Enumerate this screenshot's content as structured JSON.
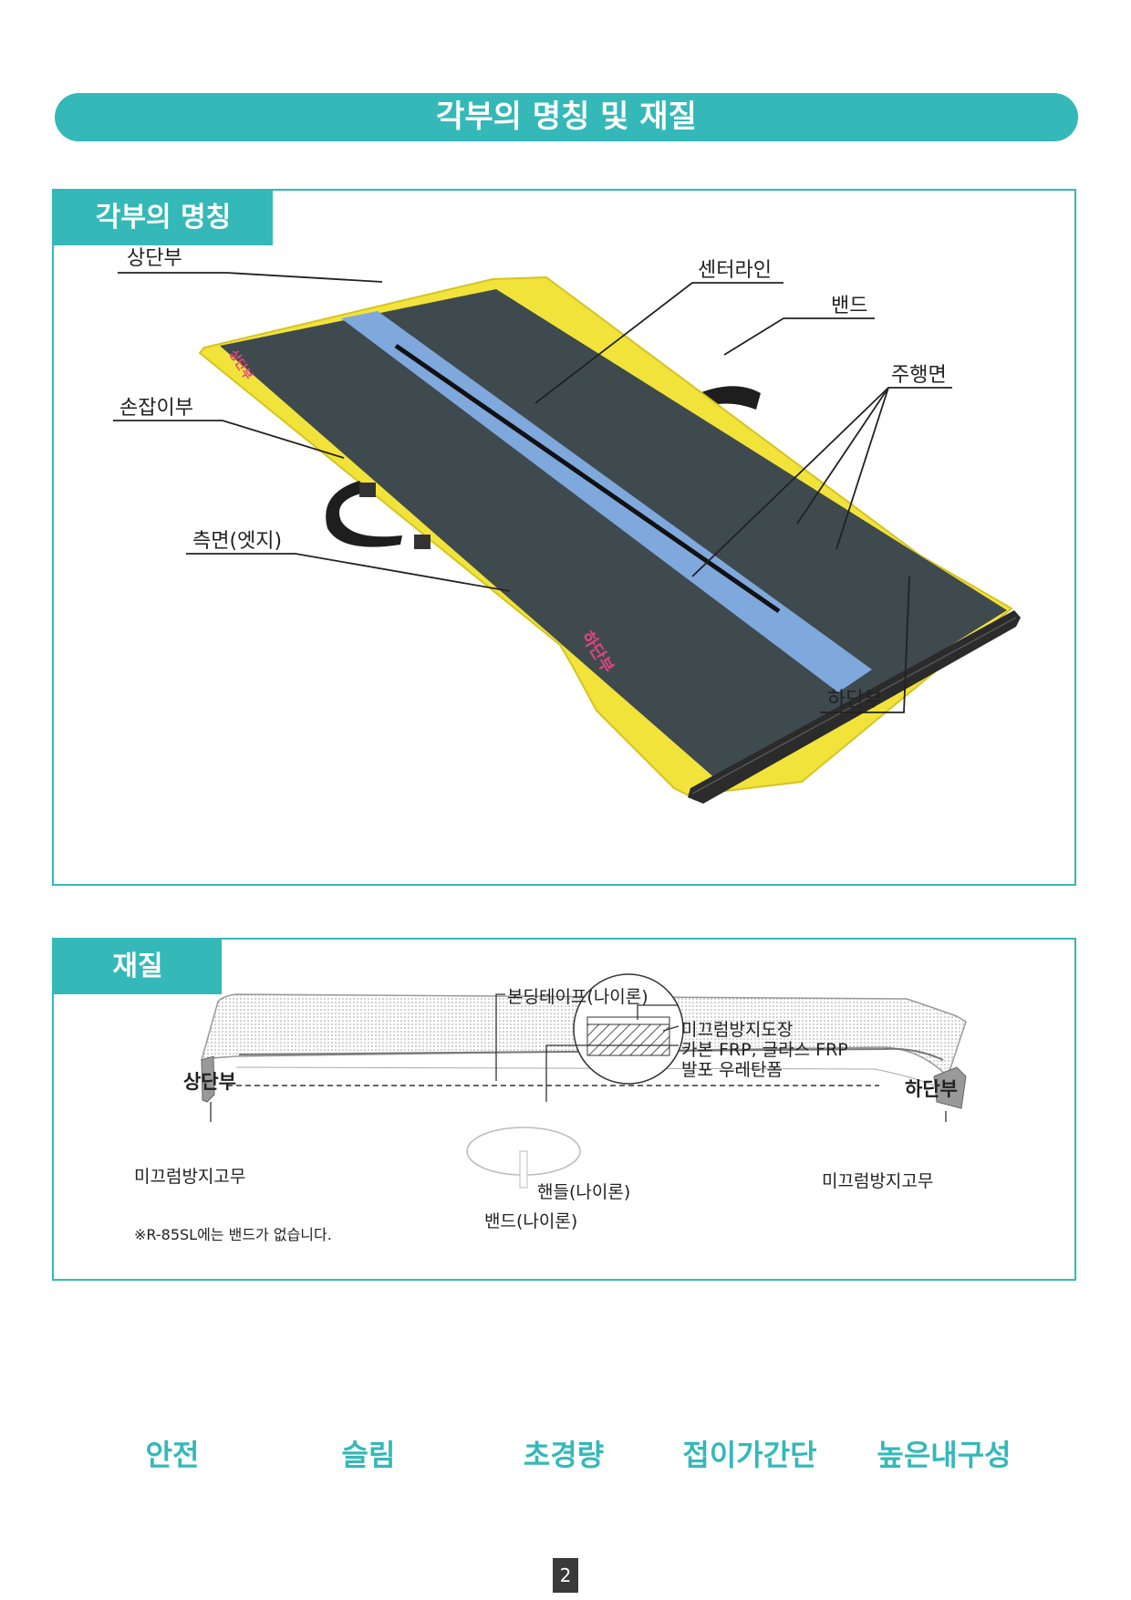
{
  "header": {
    "title": "각부의 명칭 및 재질"
  },
  "parts_panel": {
    "tab": "각부의 명칭",
    "labels": {
      "top_end": "상단부",
      "center_line": "센터라인",
      "band": "밴드",
      "running_surface": "주행면",
      "handle": "손잡이부",
      "side_edge": "측면(엣지)",
      "bottom_end": "하단부"
    },
    "ramp_stickers": {
      "top": "상단부",
      "bottom": "하단부"
    }
  },
  "material_panel": {
    "tab": "재질",
    "labels": {
      "bonding_tape": "본딩테이프(나이론)",
      "antislip_coating": "미끄럼방지도장",
      "core": "카본 FRP, 글라스 FRP",
      "foam": "발포 우레탄폼",
      "top_end": "상단부",
      "bottom_end": "하단부",
      "rubber_left": "미끄럼방지고무",
      "rubber_right": "미끄럼방지고무",
      "handle": "핸들(나이론)",
      "band": "밴드(나이론)",
      "note": "※R-85SL에는 밴드가 없습니다."
    }
  },
  "features": [
    "안전",
    "슬림",
    "초경량",
    "접이가간단",
    "높은내구성"
  ],
  "page_number": "2",
  "colors": {
    "accent": "#35b8b8",
    "ramp_yellow": "#f2e33a",
    "ramp_surface": "#3f4a4e",
    "center_tape": "#7fa8dc"
  }
}
